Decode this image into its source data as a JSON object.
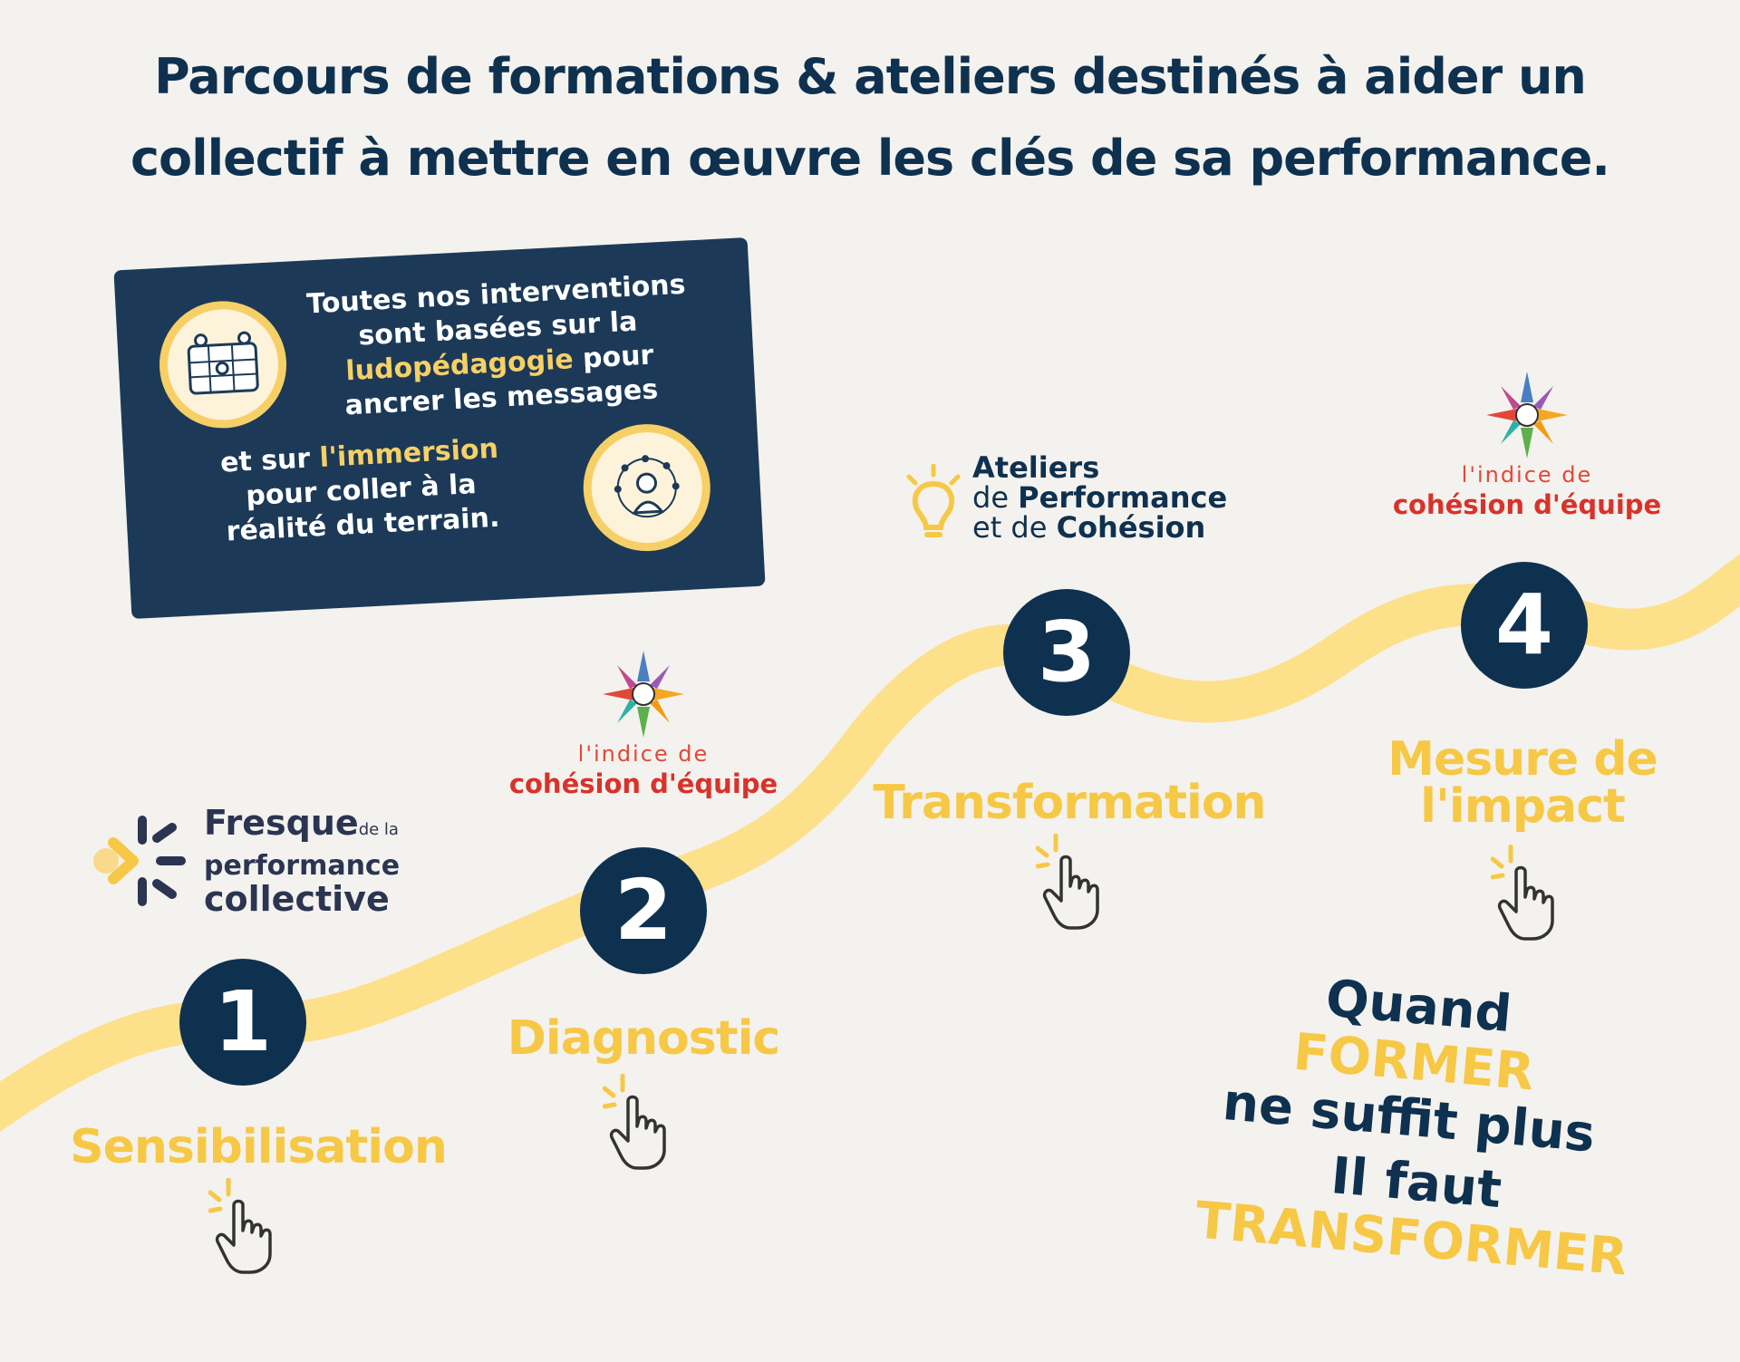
{
  "title": {
    "line1": "Parcours de formations & ateliers destinés à aider un",
    "line2": "collectif à mettre en œuvre les clés de sa performance."
  },
  "card": {
    "p1_before": "Toutes nos interventions sont basées sur la ",
    "p1_highlight": "ludopédagogie",
    "p1_after": " pour ancrer les messages",
    "p2_before": "et sur ",
    "p2_highlight": "l'immersion",
    "p2_after": " pour coller à la réalité du terrain."
  },
  "logos": {
    "fresque": {
      "line1": "Fresque",
      "small": "de la",
      "line2": "performance",
      "line3": "collective"
    },
    "indice": {
      "small": "l'indice de",
      "big": "cohésion d'équipe"
    },
    "ateliers": {
      "line1": "Ateliers",
      "line2a": "de ",
      "line2b": "Performance",
      "line3a": "et de ",
      "line3b": "Cohésion"
    }
  },
  "steps": [
    {
      "number": "1",
      "label": "Sensibilisation"
    },
    {
      "number": "2",
      "label": "Diagnostic"
    },
    {
      "number": "3",
      "label": "Transformation"
    },
    {
      "number": "4",
      "label": "Mesure de l'impact"
    }
  ],
  "quote": {
    "line1a": "Quand ",
    "line1b": "FORMER",
    "line2": "ne suffit plus",
    "line3": "Il faut",
    "line4": "TRANSFORMER"
  },
  "colors": {
    "navy": "#0f3150",
    "yellow": "#f6c846",
    "wave": "#fde08a",
    "red": "#d8322b",
    "background": "#f4f2ee"
  }
}
